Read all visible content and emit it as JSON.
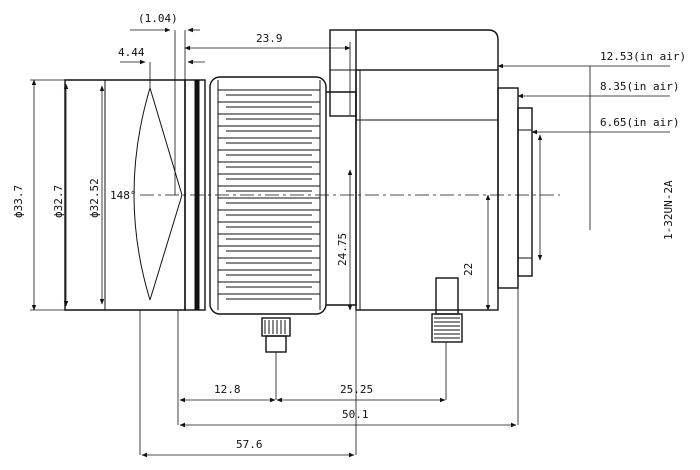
{
  "colors": {
    "line": "#111111",
    "background": "#ffffff",
    "hatch": "#444444"
  },
  "dimensions": {
    "top_1_04": "(1.04)",
    "top_4_44": "4.44",
    "top_23_9": "23.9",
    "right_12_53": "12.53(in air)",
    "right_8_35": "8.35(in air)",
    "right_6_65": "6.65(in air)",
    "thread": "1-32UN-2A",
    "dia_33_7": "ϕ33.7",
    "dia_32_7": "ϕ32.7",
    "dia_32_52": "ϕ32.52",
    "angle": "148°",
    "mid_24_75": "24.75",
    "mid_22": "22",
    "bottom_12_8": "12.8",
    "bottom_25_25": "25.25",
    "bottom_50_1": "50.1",
    "bottom_57_6": "57.6"
  }
}
